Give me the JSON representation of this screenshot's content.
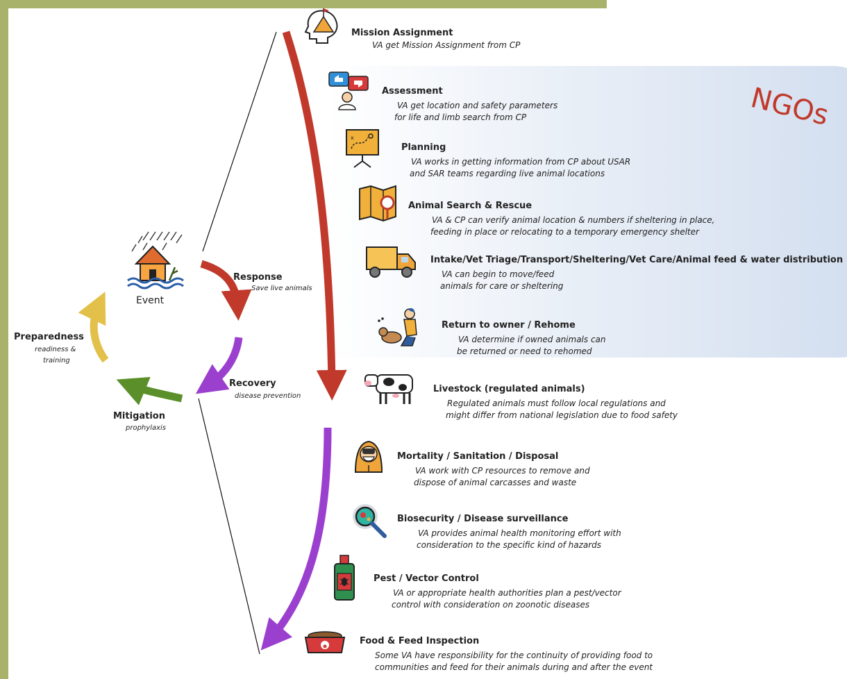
{
  "ngo_label": "NGOs",
  "event_label": "Event",
  "cycle": {
    "response": {
      "title": "Response",
      "sub": "Save live animals",
      "color": "#c0392b"
    },
    "recovery": {
      "title": "Recovery",
      "sub": "disease prevention",
      "color": "#9b3fcf"
    },
    "mitigation": {
      "title": "Mitigation",
      "sub": "prophylaxis",
      "color": "#5a8f29"
    },
    "preparedness": {
      "title": "Preparedness",
      "sub_line1": "readiness &",
      "sub_line2": "training",
      "color": "#e3c04a"
    }
  },
  "steps": [
    {
      "title": "Mission Assignment",
      "desc": [
        "VA get Mission Assignment from CP"
      ],
      "icon": "mind-mountain-icon"
    },
    {
      "title": "Assessment",
      "desc": [
        "VA get location and safety parameters",
        "for life and limb search from CP"
      ],
      "icon": "assessment-person-icon"
    },
    {
      "title": "Planning",
      "desc": [
        "VA works in getting information from CP about USAR",
        "and SAR teams regarding live animal locations"
      ],
      "icon": "planning-board-icon"
    },
    {
      "title": "Animal Search & Rescue",
      "desc": [
        "VA & CP can verify animal location & numbers if sheltering in place,",
        "feeding in place or relocating to a temporary emergency shelter"
      ],
      "icon": "map-search-icon"
    },
    {
      "title": "Intake/Vet Triage/Transport/Sheltering/Vet Care/Animal feed & water distribution",
      "desc": [
        "VA can begin to move/feed",
        "animals for care or sheltering"
      ],
      "icon": "truck-icon"
    },
    {
      "title": "Return to owner / Rehome",
      "desc": [
        "VA determine if owned animals can",
        "be returned or need to rehomed"
      ],
      "icon": "person-with-dog-icon"
    },
    {
      "title": "Livestock (regulated animals)",
      "desc": [
        "Regulated animals must follow local regulations and",
        "might differ from national legislation due to food safety"
      ],
      "icon": "cow-icon"
    },
    {
      "title": "Mortality / Sanitation / Disposal",
      "desc": [
        "VA work with CP resources to remove and",
        "dispose of animal carcasses and waste"
      ],
      "icon": "hazmat-worker-icon"
    },
    {
      "title": "Biosecurity / Disease surveillance",
      "desc": [
        "VA provides animal health monitoring effort with",
        "consideration to the specific kind of hazards"
      ],
      "icon": "magnifier-virus-icon"
    },
    {
      "title": "Pest / Vector Control",
      "desc": [
        "VA or appropriate health authorities plan a pest/vector",
        "control with consideration on zoonotic diseases"
      ],
      "icon": "spray-bottle-icon"
    },
    {
      "title": "Food & Feed Inspection",
      "desc": [
        "Some VA have responsibility for the continuity of providing food to",
        "communities and feed for their animals during and after the event"
      ],
      "icon": "pet-food-bowl-icon"
    }
  ]
}
